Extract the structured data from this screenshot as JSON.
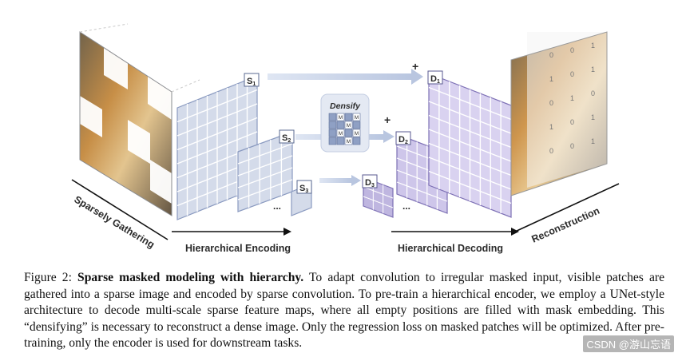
{
  "figure": {
    "labels": {
      "sparsely_gathering": "Sparsely Gathering",
      "hierarchical_encoding": "Hierarchical Encoding",
      "hierarchical_decoding": "Hierarchical Decoding",
      "reconstruction": "Reconstruction",
      "densify": "Densify"
    },
    "encoder_maps": [
      "S",
      "S",
      "S"
    ],
    "encoder_subscripts": [
      "1",
      "2",
      "3"
    ],
    "decoder_maps": [
      "D",
      "D",
      "D"
    ],
    "decoder_subscripts": [
      "1",
      "2",
      "3"
    ],
    "densify_mask_token": "M",
    "ellipsis": "...",
    "plus": "+",
    "mask_bits": [
      [
        "0",
        "0",
        "1"
      ],
      [
        "1",
        "0",
        "1"
      ],
      [
        "0",
        "1",
        "0"
      ],
      [
        "1",
        "0",
        "1"
      ],
      [
        "0",
        "0",
        "1"
      ]
    ]
  },
  "caption": {
    "prefix": "Figure 2: ",
    "title": "Sparse masked modeling with hierarchy.",
    "body": "  To adapt convolution to irregular masked input, visible patches are gathered into a sparse image and encoded by sparse convolution. To pre-train a hierarchical encoder, we employ a UNet-style architecture to decode multi-scale sparse feature maps, where all empty positions are filled with mask embedding. This “densifying” is necessary to reconstruct a dense image. Only the regression loss on masked patches will be optimized. After pre-training, only the encoder is used for downstream tasks."
  },
  "watermark": "CSDN @游山忘语"
}
